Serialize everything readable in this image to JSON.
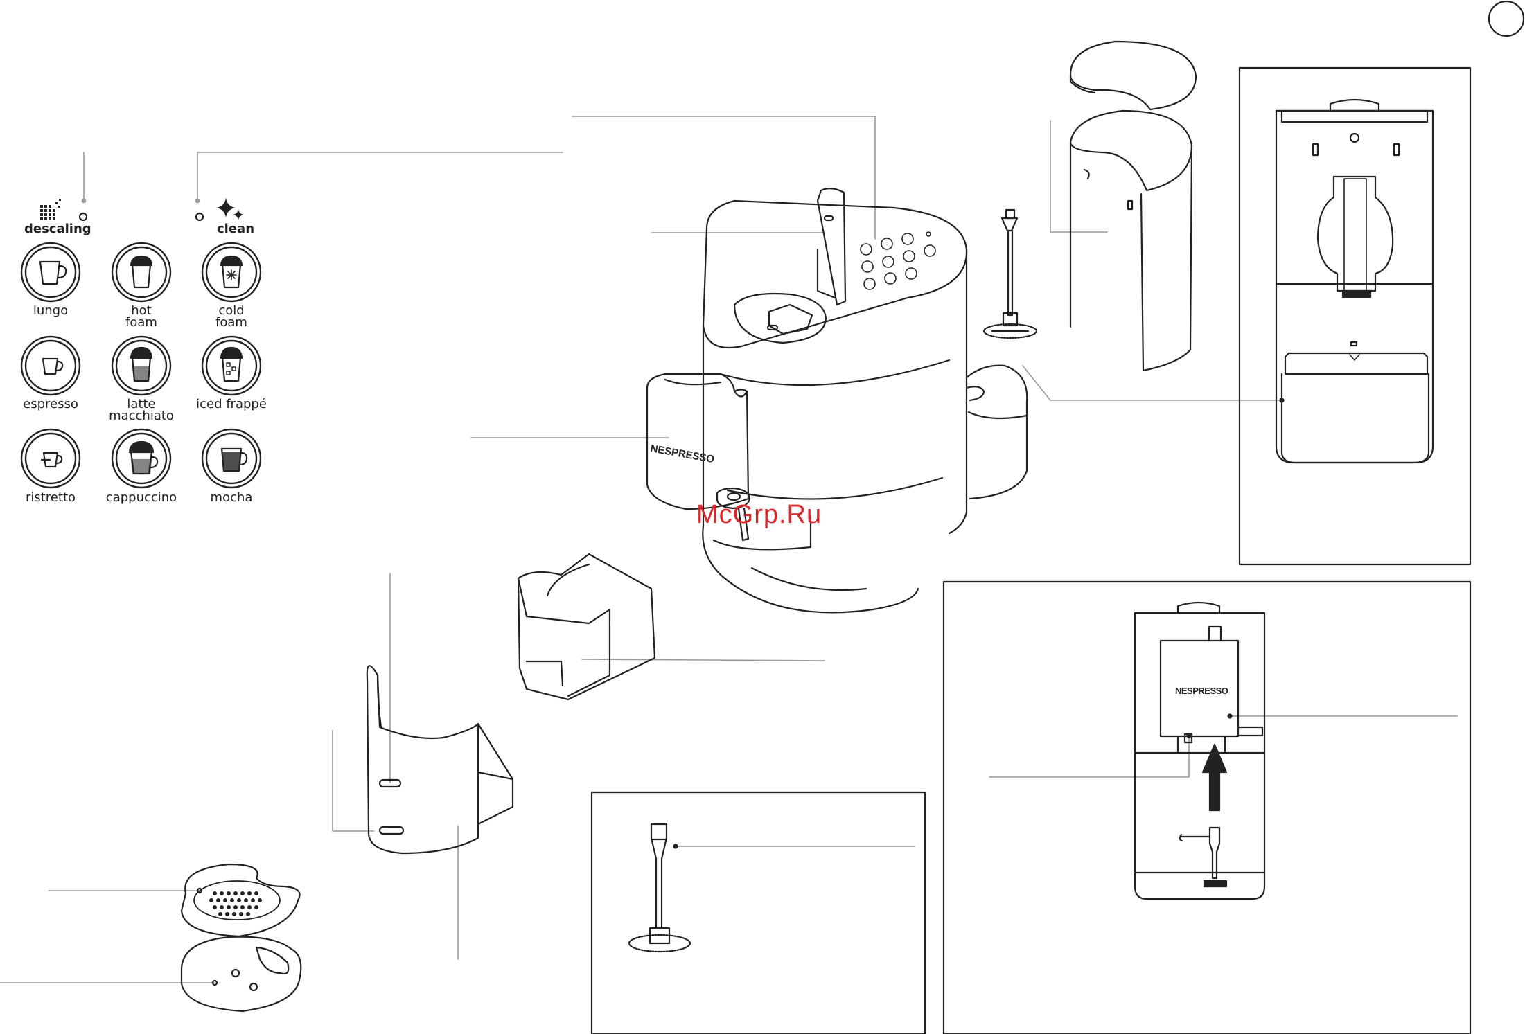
{
  "panel": {
    "descaling_label": "descaling",
    "clean_label": "clean",
    "buttons": [
      {
        "id": "lungo",
        "label": "lungo",
        "icon": "lungo-cup-icon"
      },
      {
        "id": "hot-foam",
        "label": "hot\nfoam",
        "icon": "hot-foam-glass-icon"
      },
      {
        "id": "cold-foam",
        "label": "cold\nfoam",
        "icon": "cold-foam-glass-icon"
      },
      {
        "id": "espresso",
        "label": "espresso",
        "icon": "espresso-cup-icon"
      },
      {
        "id": "latte-macchiato",
        "label": "latte\nmacchiato",
        "icon": "latte-macchiato-glass-icon"
      },
      {
        "id": "iced-frappe",
        "label": "iced frappé",
        "icon": "iced-frappe-glass-icon"
      },
      {
        "id": "ristretto",
        "label": "ristretto",
        "icon": "ristretto-cup-icon"
      },
      {
        "id": "cappuccino",
        "label": "cappuccino",
        "icon": "cappuccino-glass-icon"
      },
      {
        "id": "mocha",
        "label": "mocha",
        "icon": "mocha-cup-icon"
      }
    ]
  },
  "brand_text": "NESPRESSO",
  "watermark": "McGrp.Ru",
  "colors": {
    "line": "#222222",
    "leader": "#9a9a9a",
    "watermark": "#d8262b"
  }
}
